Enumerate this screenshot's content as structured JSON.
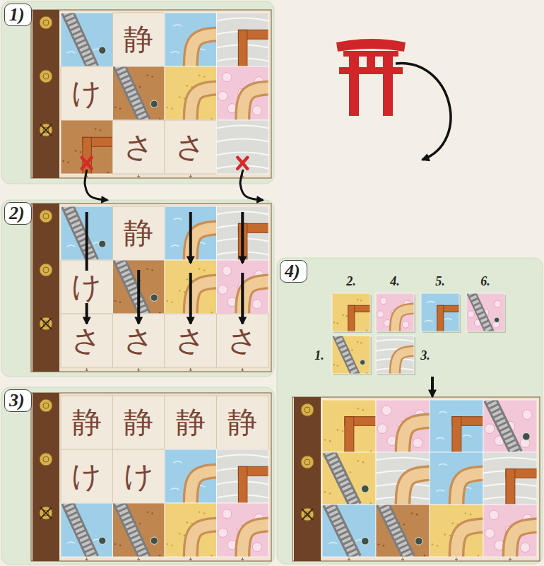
{
  "diagram": {
    "nodes": [
      {
        "text": [
          "1)"
        ]
      },
      {
        "text": [
          "静"
        ],
        "in": 0
      },
      {
        "text": [
          "け"
        ],
        "in": 0
      },
      {
        "text": [
          "さ"
        ],
        "in": 0
      },
      {
        "text": [
          "さ"
        ],
        "in": 0
      },
      {
        "text": [
          "2)"
        ]
      },
      {
        "text": [
          "静"
        ],
        "in": 5
      },
      {
        "text": [
          "け"
        ],
        "in": 5
      },
      {
        "text": [
          "さ"
        ],
        "in": 5
      },
      {
        "text": [
          "さ"
        ],
        "in": 5
      },
      {
        "text": [
          "さ"
        ],
        "in": 5
      },
      {
        "text": [
          "さ"
        ],
        "in": 5
      },
      {
        "text": [
          "3)"
        ]
      },
      {
        "text": [
          "静"
        ],
        "in": 12
      },
      {
        "text": [
          "静"
        ],
        "in": 12
      },
      {
        "text": [
          "静"
        ],
        "in": 12
      },
      {
        "text": [
          "静"
        ],
        "in": 12
      },
      {
        "text": [
          "け"
        ],
        "in": 12
      },
      {
        "text": [
          "け"
        ],
        "in": 12
      },
      {
        "text": [
          "4)"
        ]
      }
    ],
    "edges": [
      {
        "from": 0,
        "to": 5,
        "arrow": "to"
      },
      {
        "from": 0,
        "to": 5,
        "arrow": "to"
      }
    ],
    "labels": [
      "2.",
      "4.",
      "5.",
      "6.",
      "1.",
      "3."
    ]
  }
}
